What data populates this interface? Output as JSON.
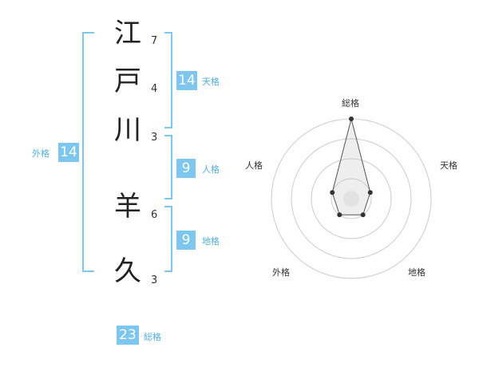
{
  "name": {
    "chars": [
      {
        "char": "江",
        "strokes": "7"
      },
      {
        "char": "戸",
        "strokes": "4"
      },
      {
        "char": "川",
        "strokes": "3"
      },
      {
        "char": "羊",
        "strokes": "6"
      },
      {
        "char": "久",
        "strokes": "3"
      }
    ]
  },
  "fortune": {
    "tenkaku": {
      "value": "14",
      "label": "天格"
    },
    "jinkaku": {
      "value": "9",
      "label": "人格"
    },
    "chikaku": {
      "value": "9",
      "label": "地格"
    },
    "gaikaku": {
      "value": "14",
      "label": "外格"
    },
    "soukaku": {
      "value": "23",
      "label": "総格"
    }
  },
  "radar": {
    "labels": {
      "top": "総格",
      "right": "天格",
      "bottom_right": "地格",
      "bottom_left": "外格",
      "left": "人格"
    },
    "accent": "#7cc6ef"
  },
  "chart_data": {
    "type": "radar",
    "categories": [
      "総格",
      "天格",
      "地格",
      "外格",
      "人格"
    ],
    "values": [
      4,
      1,
      1,
      1,
      1
    ],
    "rlim": [
      0,
      4
    ],
    "grid": true
  }
}
